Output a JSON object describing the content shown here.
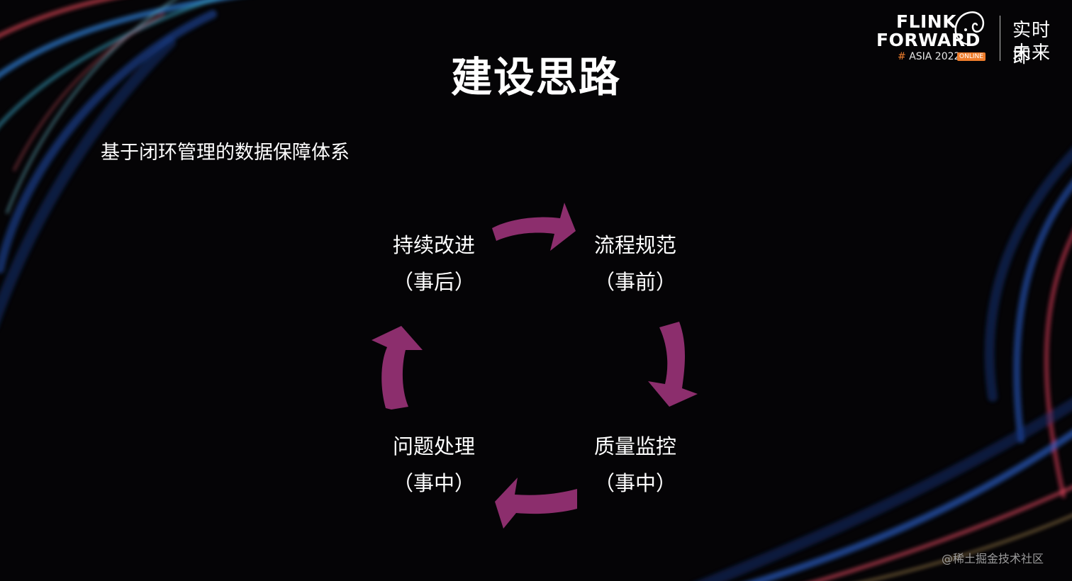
{
  "title": "建设思路",
  "subtitle": "基于闭环管理的数据保障体系",
  "cycle": {
    "top_left": {
      "line1": "持续改进",
      "line2": "（事后）"
    },
    "top_right": {
      "line1": "流程规范",
      "line2": "（事前）"
    },
    "bottom_right": {
      "line1": "质量监控",
      "line2": "（事中）"
    },
    "bottom_left": {
      "line1": "问题处理",
      "line2": "（事中）"
    },
    "arrow_color": "#8c2e6d"
  },
  "logo": {
    "line1": "FLINK",
    "line2": "FORWARD",
    "hash": "#",
    "event": "ASIA 2022",
    "badge": "ONLINE",
    "slogan_line1": "实时即",
    "slogan_line2": "未来",
    "accent_color": "#ef7d2c"
  },
  "watermark": "@稀土掘金技术社区"
}
